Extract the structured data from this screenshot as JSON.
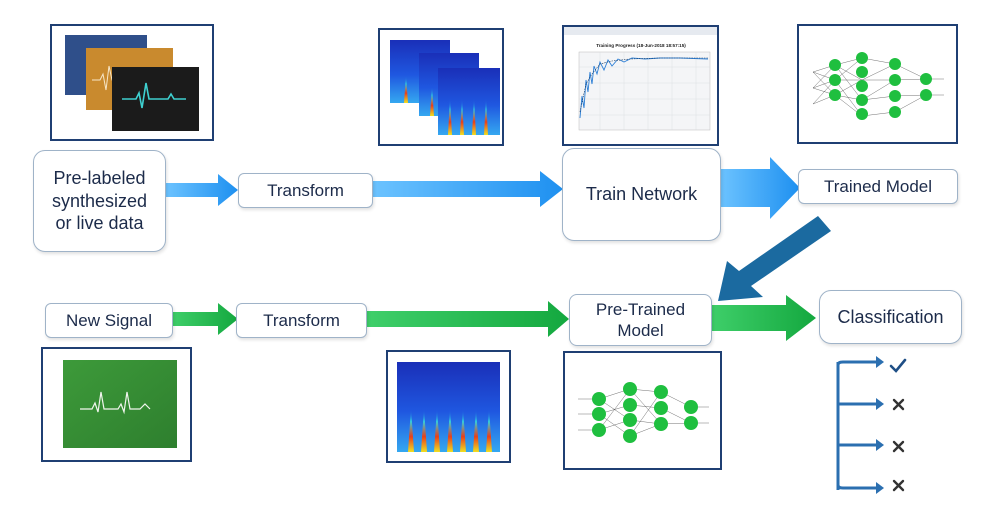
{
  "top_row": {
    "input_label_1": "Pre-labeled",
    "input_label_2": "synthesized",
    "input_label_3": "or live data",
    "transform_label": "Transform",
    "train_label": "Train Network",
    "trained_label": "Trained Model"
  },
  "bottom_row": {
    "signal_label": "New Signal",
    "transform_label": "Transform",
    "pretrained_label_1": "Pre-Trained",
    "pretrained_label_2": "Model",
    "classification_label": "Classification"
  },
  "training_plot": {
    "title": "Training Progress (18-Jun-2018 18:57:15)"
  },
  "colors": {
    "top_arrow": "#2a9df4",
    "bottom_arrow": "#1db24a",
    "link_arrow": "#1b6aa0",
    "frame": "#1f3f73",
    "neuron": "#1fbf3f"
  },
  "icons": [
    "check-icon",
    "x-icon",
    "x-icon",
    "x-icon"
  ]
}
